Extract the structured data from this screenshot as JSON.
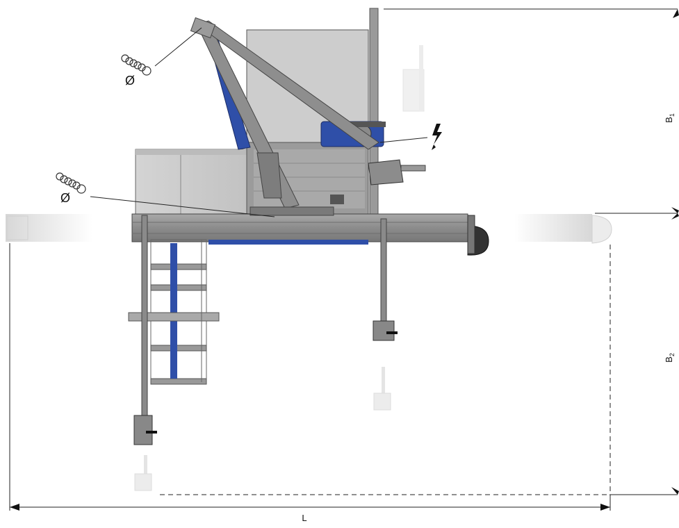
{
  "dimensions": {
    "length": "L",
    "width_upper": "B",
    "width_upper_sub": "1",
    "width_lower": "B",
    "width_lower_sub": "2"
  },
  "symbols": {
    "dust_extraction": "Ø",
    "dust_extraction_lower": "Ø"
  },
  "icons": [
    "hose-icon",
    "lightning-icon"
  ],
  "colors": {
    "frame_grey": "#8e8e8e",
    "panel_grey": "#cfcfcf",
    "accent_blue": "#2f4fa8",
    "line": "#222222"
  }
}
